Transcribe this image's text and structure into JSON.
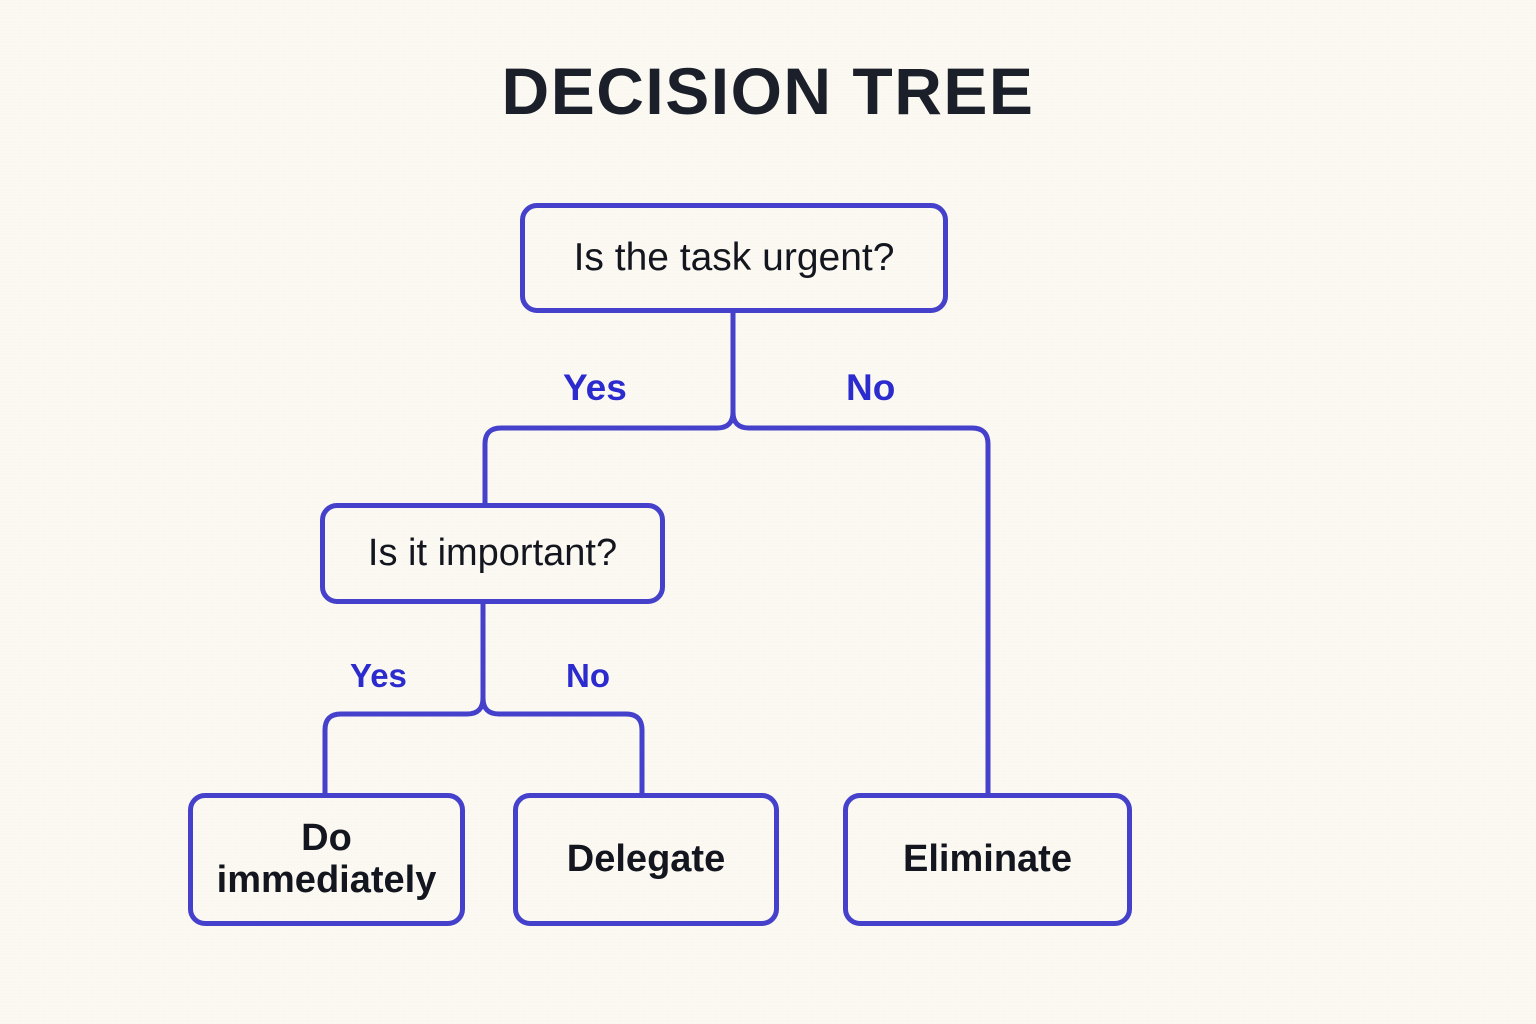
{
  "page": {
    "title": "DECISION TREE",
    "background_color": "#fbf9f2",
    "accent_color": "#4541cc",
    "label_color": "#2b2bcf",
    "text_color": "#14161f"
  },
  "diagram": {
    "type": "decision-tree",
    "nodes": [
      {
        "id": "root",
        "kind": "decision",
        "label": "Is the task urgent?"
      },
      {
        "id": "important",
        "kind": "decision",
        "label": "Is it important?"
      },
      {
        "id": "do-immediately",
        "kind": "outcome",
        "label": "Do\nimmediately"
      },
      {
        "id": "delegate",
        "kind": "outcome",
        "label": "Delegate"
      },
      {
        "id": "eliminate",
        "kind": "outcome",
        "label": "Eliminate"
      }
    ],
    "edges": [
      {
        "id": "root-yes",
        "from": "root",
        "to": "important",
        "label": "Yes"
      },
      {
        "id": "root-no",
        "from": "root",
        "to": "eliminate",
        "label": "No"
      },
      {
        "id": "important-yes",
        "from": "important",
        "to": "do-immediately",
        "label": "Yes"
      },
      {
        "id": "important-no",
        "from": "important",
        "to": "delegate",
        "label": "No"
      }
    ]
  }
}
